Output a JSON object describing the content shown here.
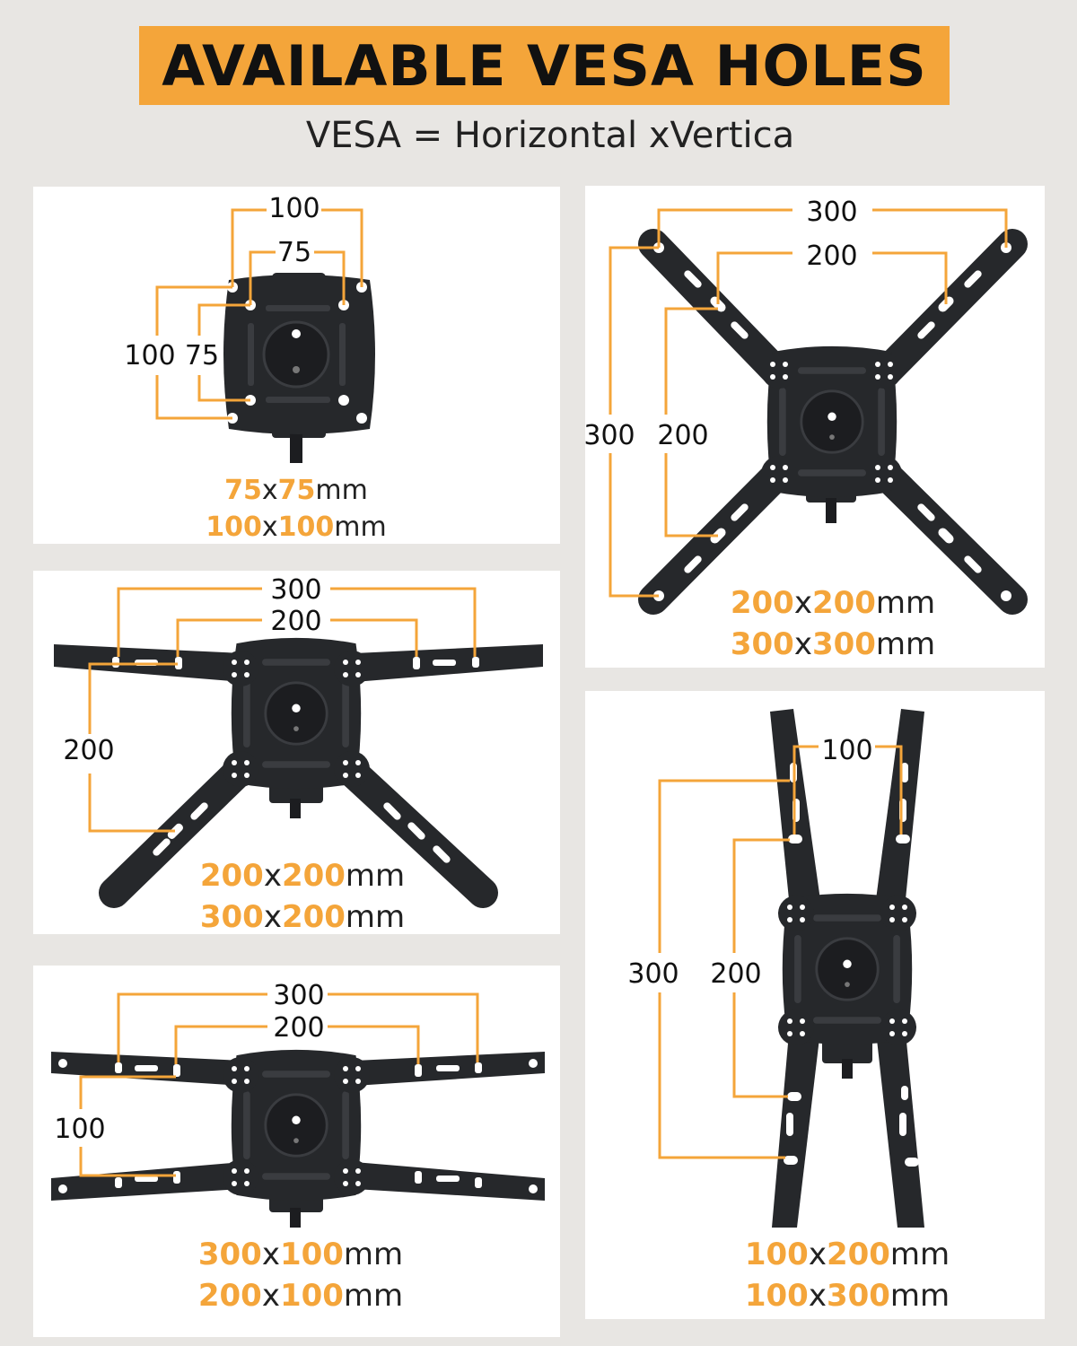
{
  "header": {
    "title": "AVAILABLE VESA HOLES",
    "subtitle": "VESA = Horizontal xVertica"
  },
  "colors": {
    "accent": "#f4a53a",
    "mount": "#26282b",
    "panel": "#ffffff",
    "background": "#e8e6e3"
  },
  "panels": [
    {
      "dims": {
        "h_outer": "100",
        "h_inner": "75",
        "v_outer": "100",
        "v_inner": "75"
      },
      "sizes": [
        {
          "a": "75",
          "b": "75",
          "unit": "mm"
        },
        {
          "a": "100",
          "b": "100",
          "unit": "mm"
        }
      ]
    },
    {
      "dims": {
        "h_outer": "300",
        "h_inner": "200",
        "v_outer": "300",
        "v_inner": "200"
      },
      "sizes": [
        {
          "a": "200",
          "b": "200",
          "unit": "mm"
        },
        {
          "a": "300",
          "b": "300",
          "unit": "mm"
        }
      ]
    },
    {
      "dims": {
        "h_outer": "300",
        "h_inner": "200",
        "v": "200"
      },
      "sizes": [
        {
          "a": "200",
          "b": "200",
          "unit": "mm"
        },
        {
          "a": "300",
          "b": "200",
          "unit": "mm"
        }
      ]
    },
    {
      "dims": {
        "h_outer": "300",
        "h_inner": "200",
        "v": "100"
      },
      "sizes": [
        {
          "a": "300",
          "b": "100",
          "unit": "mm"
        },
        {
          "a": "200",
          "b": "100",
          "unit": "mm"
        }
      ]
    },
    {
      "dims": {
        "h": "100",
        "v_outer": "300",
        "v_inner": "200"
      },
      "sizes": [
        {
          "a": "100",
          "b": "200",
          "unit": "mm"
        },
        {
          "a": "100",
          "b": "300",
          "unit": "mm"
        }
      ]
    }
  ]
}
